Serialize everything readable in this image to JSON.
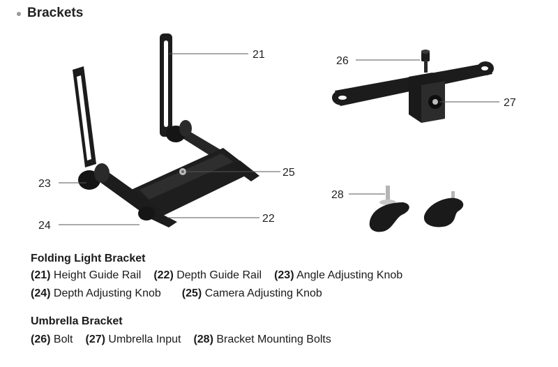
{
  "section": {
    "title": "Brackets"
  },
  "callouts": {
    "c21": "21",
    "c22": "22",
    "c23": "23",
    "c24": "24",
    "c25": "25",
    "c26": "26",
    "c27": "27",
    "c28": "28"
  },
  "folding": {
    "title": "Folding Light Bracket",
    "row1": [
      {
        "num": "(21)",
        "label": "Height Guide Rail"
      },
      {
        "num": "(22)",
        "label": "Depth Guide Rail"
      },
      {
        "num": "(23)",
        "label": "Angle Adjusting Knob"
      }
    ],
    "row2": [
      {
        "num": "(24)",
        "label": "Depth Adjusting Knob"
      },
      {
        "num": "(25)",
        "label": "Camera Adjusting Knob"
      }
    ]
  },
  "umbrella": {
    "title": "Umbrella Bracket",
    "row1": [
      {
        "num": "(26)",
        "label": "Bolt"
      },
      {
        "num": "(27)",
        "label": "Umbrella Input"
      },
      {
        "num": "(28)",
        "label": "Bracket Mounting Bolts"
      }
    ]
  },
  "colors": {
    "part": "#1c1c1c",
    "part_highlight": "#3a3a3a",
    "metal": "#bdbdbd",
    "leader": "#555555"
  }
}
